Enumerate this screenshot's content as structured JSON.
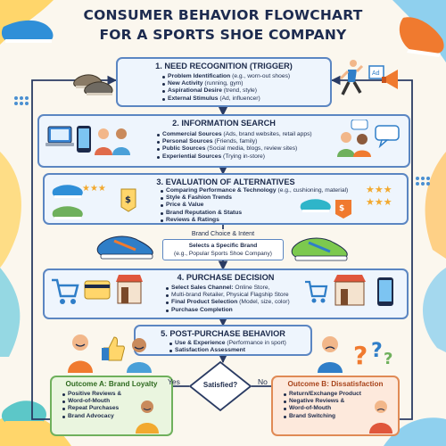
{
  "title": {
    "line1": "CONSUMER BEHAVIOR FLOWCHART",
    "line2": "FOR A SPORTS SHOE COMPANY"
  },
  "stages": [
    {
      "title": "1. NEED RECOGNITION (TRIGGER)",
      "items": [
        {
          "bold": "Problem Identification",
          "rest": " (e.g., worn-out shoes)"
        },
        {
          "bold": "New Activity",
          "rest": " (running, gym)"
        },
        {
          "bold": "Aspirational Desire",
          "rest": " (trend, style)"
        },
        {
          "bold": "External Stimulus",
          "rest": " (Ad, influencer)"
        }
      ]
    },
    {
      "title": "2. INFORMATION SEARCH",
      "items": [
        {
          "bold": "Commercial Sources",
          "rest": " (Ads, brand websites, retail apps)"
        },
        {
          "bold": "Personal Sources",
          "rest": " (Friends, family)"
        },
        {
          "bold": "Public Sources",
          "rest": " (Social media, blogs, review sites)"
        },
        {
          "bold": "Experiential Sources",
          "rest": " (Trying in-store)"
        }
      ]
    },
    {
      "title": "3. EVALUATION OF ALTERNATIVES",
      "items": [
        {
          "bold": "Comparing Performance & Technology",
          "rest": " (e.g., cushioning, material)"
        },
        {
          "bold": "Style & Fashion Trends",
          "rest": ""
        },
        {
          "bold": "Price & Value",
          "rest": ""
        },
        {
          "bold": "Brand Reputation & Status",
          "rest": ""
        },
        {
          "bold": "Reviews & Ratings",
          "rest": ""
        }
      ]
    },
    {
      "title": "4. PURCHASE DECISION",
      "items": [
        {
          "bold": "Select Sales Channel:",
          "rest": " Online Store,"
        },
        {
          "bold": "",
          "rest": "Multi-brand Retailer, Physical Flagship Store",
          "indent": true
        },
        {
          "bold": "Final Product Selection",
          "rest": " (Model, size, color)"
        },
        {
          "bold": "Purchase Completion",
          "rest": ""
        }
      ]
    },
    {
      "title": "5. POST-PURCHASE BEHAVIOR",
      "items": [
        {
          "bold": "Use & Experience",
          "rest": " (Performance in sport)"
        },
        {
          "bold": "Satisfaction Assessment",
          "rest": ""
        }
      ]
    }
  ],
  "brand_choice": {
    "label": "Brand Choice & Intent",
    "line1": "Selects a Specific Brand",
    "line2": "(e.g., Popular Sports Shoe Company)"
  },
  "decision": {
    "label": "Satisfied?",
    "yes": "Yes",
    "no": "No"
  },
  "outcome_a": {
    "title": "Outcome A: Brand Loyalty",
    "items": [
      "Positive Reviews &",
      "Word-of-Mouth",
      "Repeat Purchases",
      "Brand Advocacy"
    ]
  },
  "outcome_b": {
    "title": "Outcome B: Dissatisfaction",
    "items": [
      "Return/Exchange Product",
      "Negative Reviews &",
      "Word-of-Mouth",
      "Brand Switching"
    ]
  },
  "colors": {
    "stage_border": "#5b86c2",
    "stage_fill": "#eef5fd",
    "green_border": "#6fb05c",
    "outcome_a_fill": "#eaf5df",
    "outcome_b_fill": "#fde9dc",
    "outcome_b_border": "#e08a55",
    "arrow": "#2a3b63"
  },
  "icons": [
    "shoe-pair-icon",
    "runner-icon",
    "megaphone-icon",
    "laptop-icon",
    "phone-icon",
    "people-icon",
    "shoe-rating-icon",
    "price-tag-icon",
    "star-icon",
    "shopping-cart-icon",
    "credit-card-icon",
    "storefront-icon",
    "happy-person-icon",
    "thumbs-up-icon",
    "upset-person-icon",
    "question-mark-icon"
  ]
}
